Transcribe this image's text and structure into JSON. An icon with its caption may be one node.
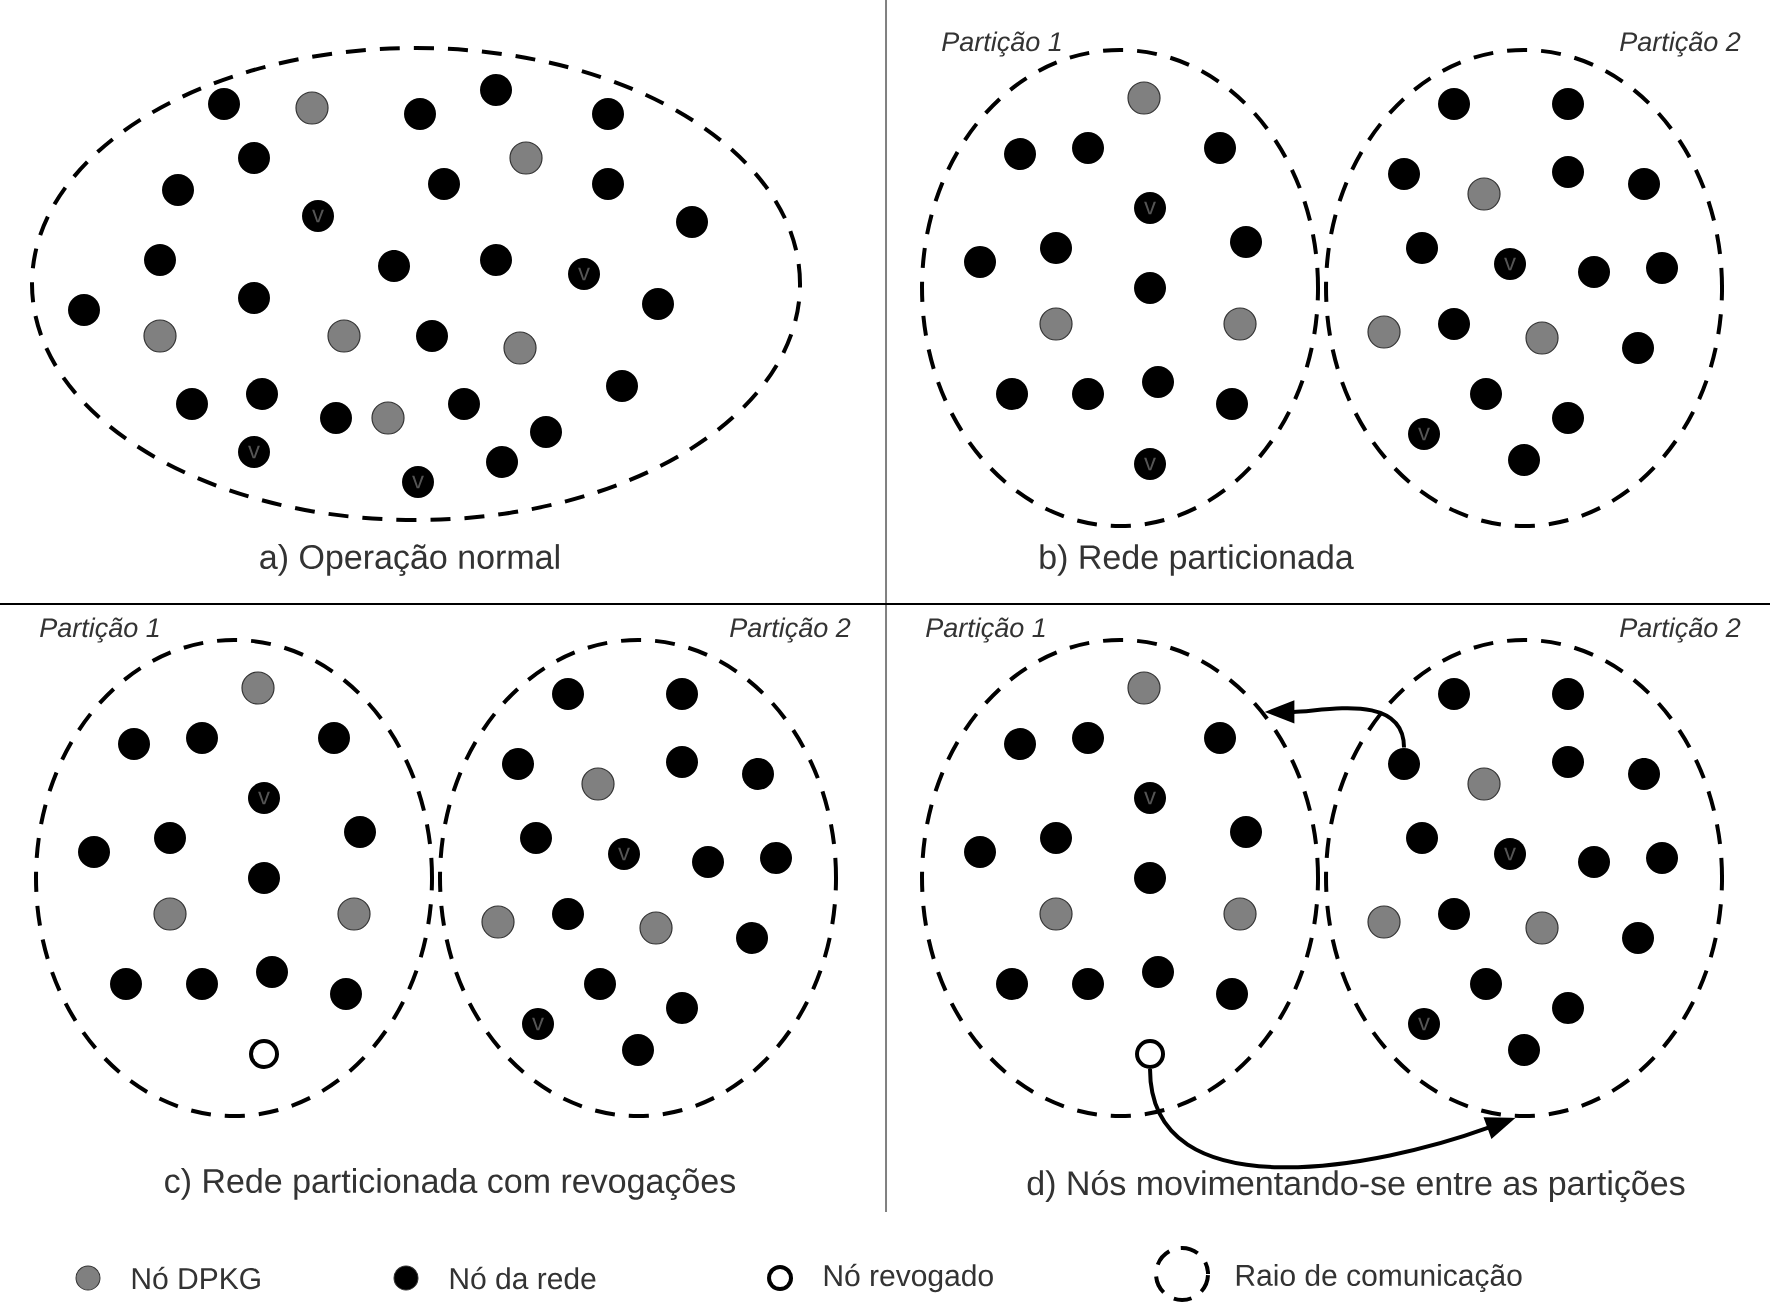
{
  "diagram": {
    "nodes": [
      {
        "text": [],
        "shape": "ellipse"
      },
      {
        "text": [
          "Partição 1"
        ]
      },
      {
        "text": [
          "Partição 2"
        ]
      },
      {
        "text": [
          "Partição 1"
        ]
      },
      {
        "text": [
          "Partição 2"
        ]
      },
      {
        "text": [
          "Partição 1"
        ]
      },
      {
        "text": [
          "Partição 2"
        ]
      },
      {
        "text": [],
        "shape": "circle",
        "in": 0
      },
      {
        "text": [],
        "shape": "circle",
        "in": 0
      },
      {
        "text": [],
        "shape": "circle",
        "in": 0
      },
      {
        "text": [],
        "shape": "circle",
        "in": 0
      },
      {
        "text": [],
        "shape": "circle",
        "in": 0
      },
      {
        "text": [],
        "shape": "circle",
        "in": 0
      },
      {
        "text": [],
        "shape": "circle",
        "in": 0
      },
      {
        "text": [],
        "shape": "circle",
        "in": 0
      },
      {
        "text": [],
        "shape": "circle",
        "in": 0
      },
      {
        "text": [],
        "shape": "circle",
        "in": 0
      },
      {
        "text": [],
        "shape": "circle",
        "in": 0
      },
      {
        "text": [],
        "shape": "circle",
        "in": 0
      },
      {
        "text": [],
        "shape": "circle",
        "in": 0
      },
      {
        "text": [],
        "shape": "circle",
        "in": 0
      },
      {
        "text": [],
        "shape": "circle",
        "in": 0
      },
      {
        "text": [],
        "shape": "circle",
        "in": 0
      },
      {
        "text": [],
        "shape": "circle",
        "in": 0
      },
      {
        "text": [],
        "shape": "circle",
        "in": 0
      },
      {
        "text": [],
        "shape": "circle",
        "in": 0
      },
      {
        "text": [],
        "shape": "circle",
        "in": 0
      },
      {
        "text": [],
        "shape": "circle",
        "in": 0
      },
      {
        "text": [],
        "shape": "circle",
        "in": 0
      },
      {
        "text": [],
        "shape": "circle",
        "in": 0
      },
      {
        "text": [],
        "shape": "circle",
        "in": 0
      },
      {
        "text": [],
        "shape": "circle",
        "in": 0
      },
      {
        "text": [],
        "shape": "circle",
        "in": 0
      },
      {
        "text": [],
        "shape": "circle",
        "in": 0
      },
      {
        "text": [],
        "shape": "circle",
        "in": 0
      },
      {
        "text": [],
        "shape": "circle",
        "in": 0
      },
      {
        "text": [
          "v"
        ],
        "in": 0
      },
      {
        "text": [
          "v"
        ],
        "in": 0
      },
      {
        "text": [
          "v"
        ],
        "in": 0
      },
      {
        "text": [
          "v"
        ],
        "in": 0
      },
      {
        "text": [],
        "shape": "circle",
        "in": 1
      },
      {
        "text": [],
        "shape": "circle",
        "in": 1
      },
      {
        "text": [],
        "shape": "circle",
        "in": 1
      },
      {
        "text": [],
        "shape": "circle",
        "in": 2
      },
      {
        "text": [],
        "shape": "circle",
        "in": 2
      },
      {
        "text": [],
        "shape": "circle",
        "in": 2
      },
      {
        "text": [],
        "shape": "circle",
        "in": 1
      },
      {
        "text": [],
        "shape": "circle",
        "in": 1
      },
      {
        "text": [],
        "shape": "circle",
        "in": 1
      },
      {
        "text": [],
        "shape": "circle",
        "in": 1
      },
      {
        "text": [],
        "shape": "circle",
        "in": 1
      },
      {
        "text": [],
        "shape": "circle",
        "in": 1
      },
      {
        "text": [],
        "shape": "circle",
        "in": 1
      },
      {
        "text": [],
        "shape": "circle",
        "in": 1
      },
      {
        "text": [],
        "shape": "circle",
        "in": 1
      },
      {
        "text": [],
        "shape": "circle",
        "in": 1
      },
      {
        "text": [],
        "shape": "circle",
        "in": 1
      },
      {
        "text": [],
        "shape": "circle",
        "in": 2
      },
      {
        "text": [],
        "shape": "circle",
        "in": 2
      },
      {
        "text": [],
        "shape": "circle",
        "in": 2
      },
      {
        "text": [],
        "shape": "circle",
        "in": 2
      },
      {
        "text": [],
        "shape": "circle",
        "in": 2
      },
      {
        "text": [],
        "shape": "circle",
        "in": 2
      },
      {
        "text": [],
        "shape": "circle",
        "in": 2
      },
      {
        "text": [],
        "shape": "circle",
        "in": 2
      },
      {
        "text": [],
        "shape": "circle",
        "in": 2
      },
      {
        "text": [],
        "shape": "circle",
        "in": 2
      },
      {
        "text": [],
        "shape": "circle",
        "in": 2
      },
      {
        "text": [],
        "shape": "circle",
        "in": 2
      },
      {
        "text": [],
        "shape": "circle",
        "in": 2
      },
      {
        "text": [
          "v"
        ],
        "in": 1
      },
      {
        "text": [
          "v"
        ],
        "in": 2
      },
      {
        "text": [
          "v"
        ],
        "in": 2
      },
      {
        "text": [
          "v"
        ],
        "in": 1
      },
      {
        "text": [],
        "shape": "circle",
        "in": 3
      },
      {
        "text": [],
        "shape": "circle",
        "in": 3
      },
      {
        "text": [],
        "shape": "circle",
        "in": 3
      },
      {
        "text": [],
        "shape": "circle",
        "in": 4
      },
      {
        "text": [],
        "shape": "circle",
        "in": 4
      },
      {
        "text": [],
        "shape": "circle",
        "in": 4
      },
      {
        "text": [],
        "shape": "circle",
        "in": 3
      },
      {
        "text": [],
        "shape": "circle",
        "in": 3
      },
      {
        "text": [],
        "shape": "circle",
        "in": 3
      },
      {
        "text": [],
        "shape": "circle",
        "in": 3
      },
      {
        "text": [],
        "shape": "circle",
        "in": 3
      },
      {
        "text": [],
        "shape": "circle",
        "in": 3
      },
      {
        "text": [],
        "shape": "circle",
        "in": 3
      },
      {
        "text": [],
        "shape": "circle",
        "in": 3
      },
      {
        "text": [],
        "shape": "circle",
        "in": 3
      },
      {
        "text": [],
        "shape": "circle",
        "in": 3
      },
      {
        "text": [],
        "shape": "circle",
        "in": 3
      },
      {
        "text": [],
        "shape": "circle",
        "in": 4
      },
      {
        "text": [],
        "shape": "circle",
        "in": 4
      },
      {
        "text": [],
        "shape": "circle",
        "in": 4
      },
      {
        "text": [],
        "shape": "circle",
        "in": 4
      },
      {
        "text": [],
        "shape": "circle",
        "in": 4
      },
      {
        "text": [],
        "shape": "circle",
        "in": 4
      },
      {
        "text": [],
        "shape": "circle",
        "in": 4
      },
      {
        "text": [],
        "shape": "circle",
        "in": 4
      },
      {
        "text": [],
        "shape": "circle",
        "in": 4
      },
      {
        "text": [],
        "shape": "circle",
        "in": 4
      },
      {
        "text": [],
        "shape": "circle",
        "in": 4
      },
      {
        "text": [],
        "shape": "circle",
        "in": 4
      },
      {
        "text": [],
        "shape": "circle",
        "in": 4
      },
      {
        "text": [
          "v"
        ],
        "in": 3
      },
      {
        "text": [
          "v"
        ],
        "in": 4
      },
      {
        "text": [
          "v"
        ],
        "in": 4
      },
      {
        "text": [],
        "shape": "circle",
        "in": 3
      },
      {
        "text": [],
        "shape": "circle",
        "in": 5
      },
      {
        "text": [],
        "shape": "circle",
        "in": 5
      },
      {
        "text": [],
        "shape": "circle",
        "in": 5
      },
      {
        "text": [],
        "shape": "circle",
        "in": 6
      },
      {
        "text": [],
        "shape": "circle",
        "in": 6
      },
      {
        "text": [],
        "shape": "circle",
        "in": 6
      },
      {
        "text": [],
        "shape": "circle",
        "in": 5
      },
      {
        "text": [],
        "shape": "circle",
        "in": 5
      },
      {
        "text": [],
        "shape": "circle",
        "in": 5
      },
      {
        "text": [],
        "shape": "circle",
        "in": 5
      },
      {
        "text": [],
        "shape": "circle",
        "in": 5
      },
      {
        "text": [],
        "shape": "circle",
        "in": 5
      },
      {
        "text": [],
        "shape": "circle",
        "in": 5
      },
      {
        "text": [],
        "shape": "circle",
        "in": 5
      },
      {
        "text": [],
        "shape": "circle",
        "in": 5
      },
      {
        "text": [],
        "shape": "circle",
        "in": 5
      },
      {
        "text": [],
        "shape": "circle",
        "in": 5
      },
      {
        "text": [],
        "shape": "circle",
        "in": 6
      },
      {
        "text": [],
        "shape": "circle",
        "in": 6
      },
      {
        "text": [],
        "shape": "circle",
        "in": 6
      },
      {
        "text": [],
        "shape": "circle",
        "in": 6
      },
      {
        "text": [],
        "shape": "circle",
        "in": 6
      },
      {
        "text": [],
        "shape": "circle",
        "in": 6
      },
      {
        "text": [],
        "shape": "circle",
        "in": 6
      },
      {
        "text": [],
        "shape": "circle",
        "in": 6
      },
      {
        "text": [],
        "shape": "circle",
        "in": 6
      },
      {
        "text": [],
        "shape": "circle",
        "in": 6
      },
      {
        "text": [],
        "shape": "circle",
        "in": 6
      },
      {
        "text": [],
        "shape": "circle",
        "in": 6
      },
      {
        "text": [],
        "shape": "circle",
        "in": 6
      },
      {
        "text": [
          "v"
        ],
        "in": 5
      },
      {
        "text": [
          "v"
        ],
        "in": 6
      },
      {
        "text": [
          "v"
        ],
        "in": 6
      },
      {
        "text": [],
        "shape": "circle",
        "in": 5
      }
    ],
    "edges": [
      {
        "from": 127,
        "to": 5,
        "arrow": "to"
      },
      {
        "from": 141,
        "to": 6,
        "arrow": "to"
      }
    ],
    "labels": [
      "a) Operação normal",
      "b) Rede particionada",
      "c) Rede particionada com revogações",
      "d) Nós movimentando-se entre as partições"
    ],
    "legend": [
      {
        "text": "Nó DPKG",
        "color": "#808080"
      },
      {
        "text": "Nó da rede",
        "color": "#000000"
      },
      {
        "text": "Nó revogado"
      },
      {
        "text": "Raio de comunicação"
      }
    ]
  }
}
